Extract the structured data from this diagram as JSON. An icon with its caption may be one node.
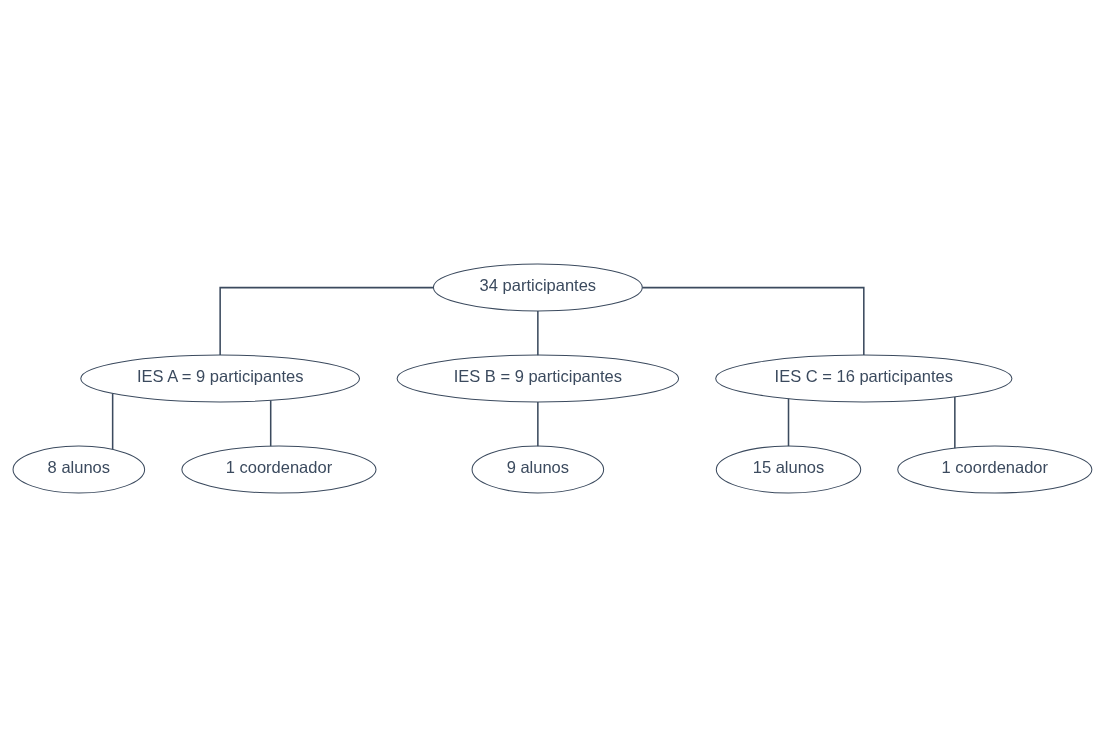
{
  "diagram": {
    "nodes": [
      {
        "text": [
          "34 participantes"
        ]
      },
      {
        "text": [
          "IES A = 9 participantes"
        ]
      },
      {
        "text": [
          "IES B = 9 participantes"
        ]
      },
      {
        "text": [
          "IES C = 16 participantes"
        ]
      },
      {
        "text": [
          "8 alunos"
        ]
      },
      {
        "text": [
          "9 alunos"
        ]
      },
      {
        "text": [
          "15 alunos"
        ]
      },
      {
        "text": [
          "1 coordenador"
        ]
      },
      {
        "text": [
          "1 coordenador"
        ]
      }
    ],
    "edges": [
      {
        "from": 0,
        "to": 1,
        "arrow": "none"
      },
      {
        "from": 0,
        "to": 2,
        "arrow": "none"
      },
      {
        "from": 0,
        "to": 3,
        "arrow": "none"
      },
      {
        "from": 1,
        "to": 4,
        "arrow": "none"
      },
      {
        "from": 1,
        "to": 7,
        "arrow": "none"
      },
      {
        "from": 2,
        "to": 5,
        "arrow": "none"
      },
      {
        "from": 3,
        "to": 6,
        "arrow": "none"
      },
      {
        "from": 3,
        "to": 8,
        "arrow": "none"
      }
    ]
  }
}
